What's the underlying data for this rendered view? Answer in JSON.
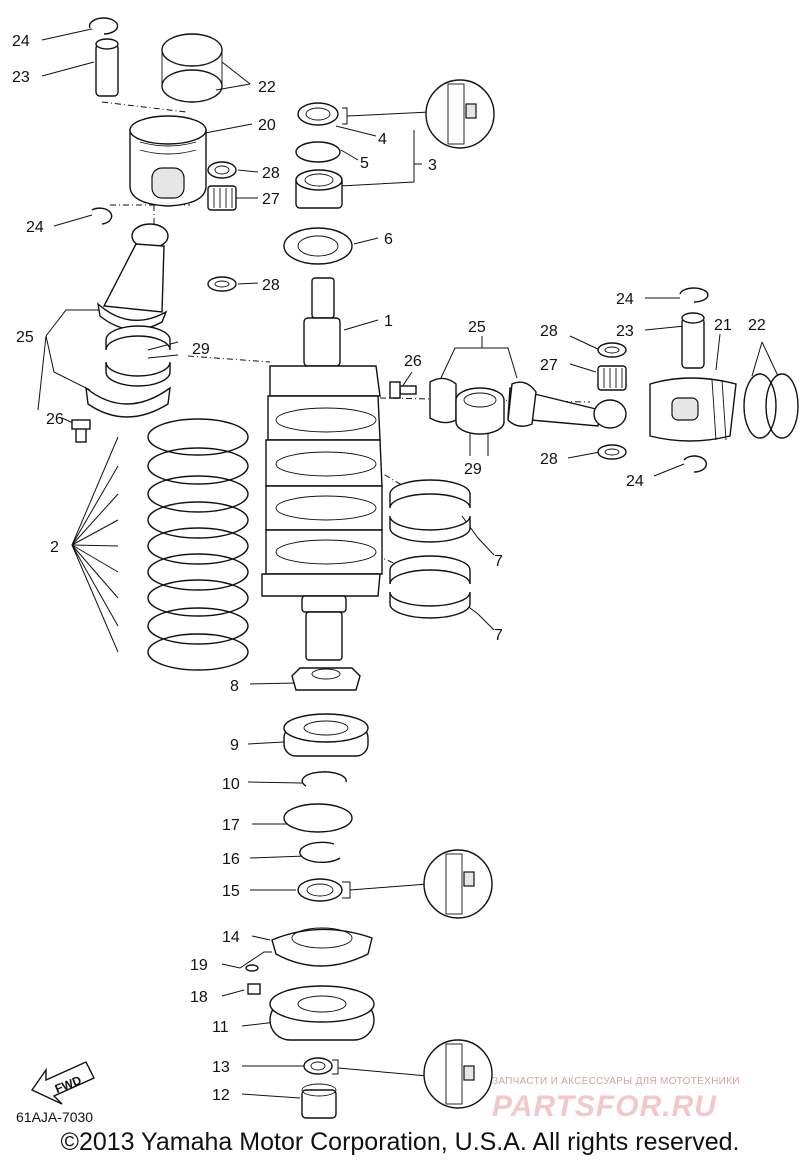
{
  "diagram": {
    "code": "61AJA-7030",
    "fwd_label": "FWD",
    "copyright": "©2013 Yamaha Motor Corporation, U.S.A. All rights reserved.",
    "watermark": {
      "line1": "ЗАПЧАСТИ И АКСЕССУАРЫ ДЛЯ МОТОТЕХНИКИ",
      "line2": "PARTSFOR.RU"
    },
    "callouts": [
      {
        "id": "c24a",
        "label": "24"
      },
      {
        "id": "c23a",
        "label": "23"
      },
      {
        "id": "c22a",
        "label": "22"
      },
      {
        "id": "c20",
        "label": "20"
      },
      {
        "id": "c4",
        "label": "4"
      },
      {
        "id": "c5",
        "label": "5"
      },
      {
        "id": "c3",
        "label": "3"
      },
      {
        "id": "c28a",
        "label": "28"
      },
      {
        "id": "c27a",
        "label": "27"
      },
      {
        "id": "c24b",
        "label": "24"
      },
      {
        "id": "c6",
        "label": "6"
      },
      {
        "id": "c28b",
        "label": "28"
      },
      {
        "id": "c25a",
        "label": "25"
      },
      {
        "id": "c29a",
        "label": "29"
      },
      {
        "id": "c1",
        "label": "1"
      },
      {
        "id": "c26a",
        "label": "26"
      },
      {
        "id": "c25b",
        "label": "25"
      },
      {
        "id": "c28c",
        "label": "28"
      },
      {
        "id": "c23b",
        "label": "23"
      },
      {
        "id": "c21",
        "label": "21"
      },
      {
        "id": "c22b",
        "label": "22"
      },
      {
        "id": "c24c",
        "label": "24"
      },
      {
        "id": "c27b",
        "label": "27"
      },
      {
        "id": "c26b",
        "label": "26"
      },
      {
        "id": "c29b",
        "label": "29"
      },
      {
        "id": "c28d",
        "label": "28"
      },
      {
        "id": "c24d",
        "label": "24"
      },
      {
        "id": "c2",
        "label": "2"
      },
      {
        "id": "c7a",
        "label": "7"
      },
      {
        "id": "c7b",
        "label": "7"
      },
      {
        "id": "c8",
        "label": "8"
      },
      {
        "id": "c9",
        "label": "9"
      },
      {
        "id": "c10",
        "label": "10"
      },
      {
        "id": "c17",
        "label": "17"
      },
      {
        "id": "c16",
        "label": "16"
      },
      {
        "id": "c15",
        "label": "15"
      },
      {
        "id": "c14",
        "label": "14"
      },
      {
        "id": "c19",
        "label": "19"
      },
      {
        "id": "c18",
        "label": "18"
      },
      {
        "id": "c11",
        "label": "11"
      },
      {
        "id": "c13",
        "label": "13"
      },
      {
        "id": "c12",
        "label": "12"
      }
    ]
  }
}
